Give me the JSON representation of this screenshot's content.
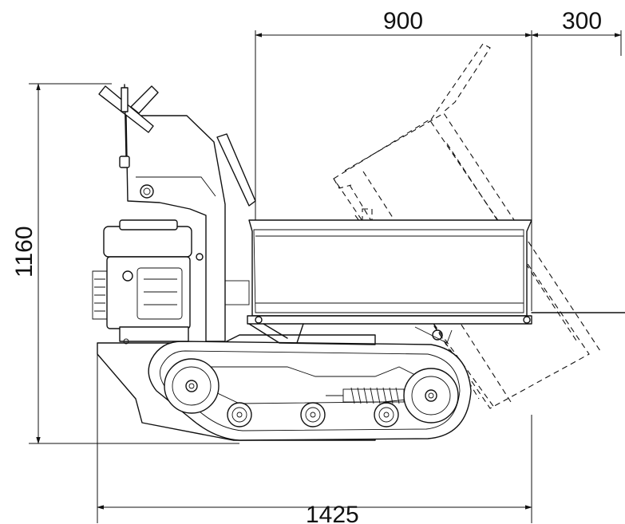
{
  "dimensions": {
    "bed_length": "900",
    "tip_overhang": "300",
    "total_height": "1160",
    "total_length": "1425"
  }
}
